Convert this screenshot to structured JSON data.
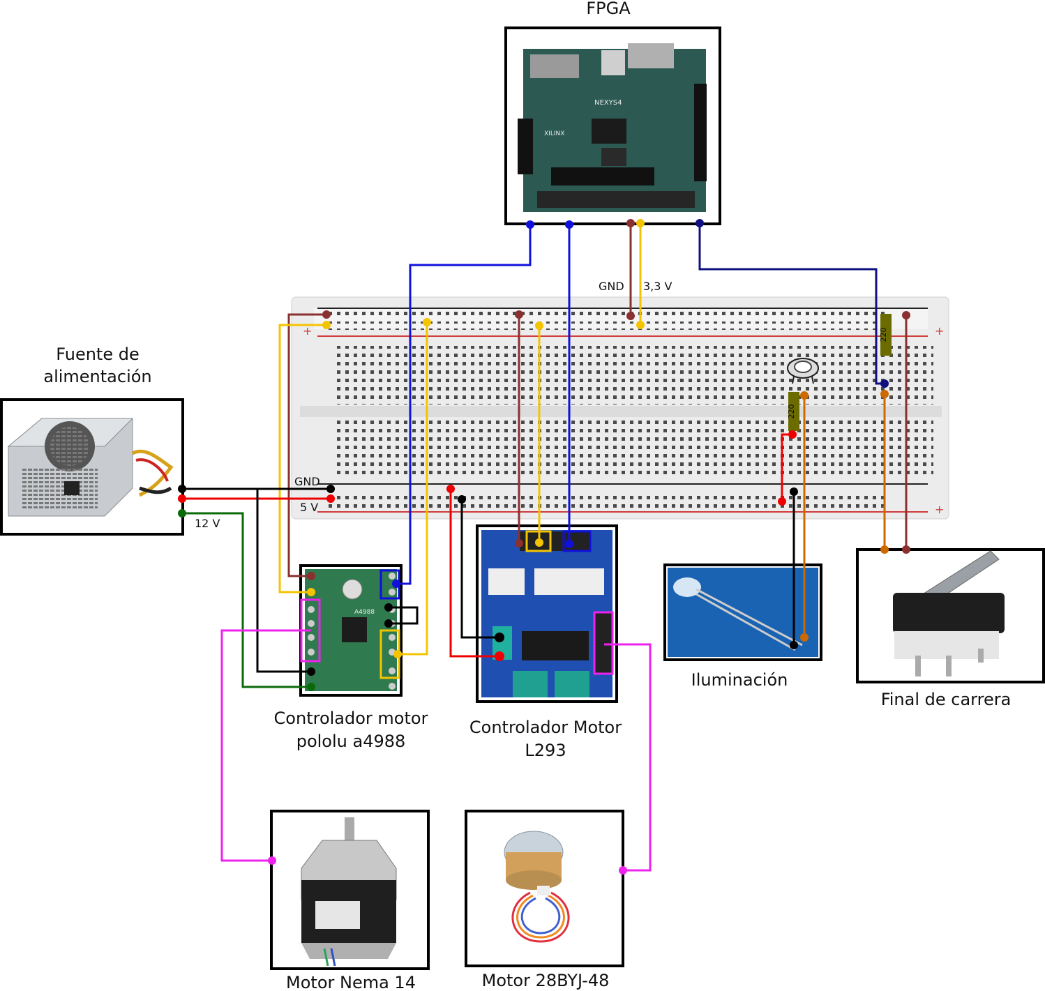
{
  "labels": {
    "fpga": "FPGA",
    "power_supply_line1": "Fuente de",
    "power_supply_line2": "alimentación",
    "a4988_line1": "Controlador motor",
    "a4988_line2": "pololu a4988",
    "l293_line1": "Controlador Motor",
    "l293_line2": "L293",
    "led": "Iluminación",
    "endstop": "Final de carrera",
    "nema": "Motor Nema 14",
    "byj": "Motor 28BYJ-48"
  },
  "rail_labels": {
    "gnd_top": "GND",
    "v33": "3,3 V",
    "gnd_bottom": "GND",
    "v5": "5 V",
    "v12": "12 V"
  },
  "resistors": {
    "r1": "220",
    "r2": "220"
  },
  "wire_colors": {
    "signal": "#1010dd",
    "signal_dark": "#101080",
    "gnd": "#8b3030",
    "v33": "#f5c400",
    "power_gnd": "#000000",
    "power_5v": "#ee0000",
    "power_12v": "#0a6a0a",
    "motor": "#ee22ee",
    "led": "#cc6a00"
  }
}
